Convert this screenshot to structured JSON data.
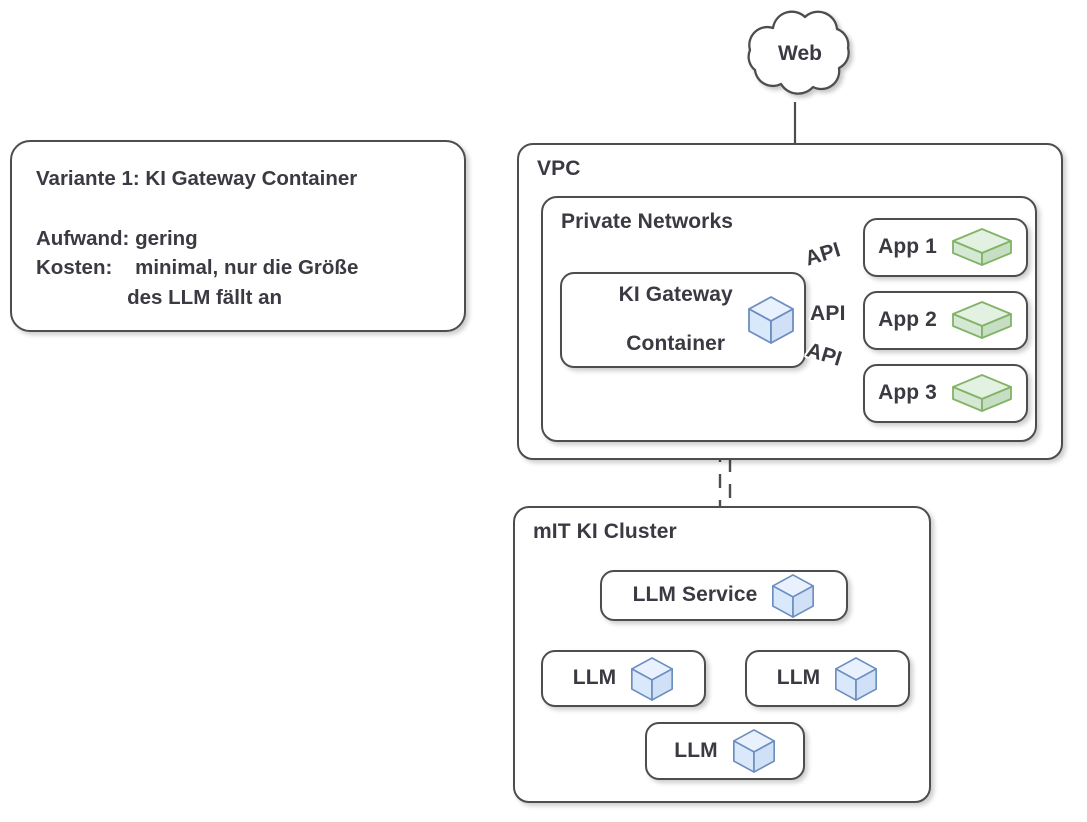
{
  "diagram": {
    "title": "Variante 1: KI Gateway Container",
    "colors": {
      "node_stroke": "#4d4d4d",
      "node_fill": "#ffffff",
      "text": "#3a3a42",
      "cube_fill": "#dae8fc",
      "cube_stroke": "#6c8ebf",
      "cube_top_fill": "#e8f1fd",
      "cube_side_fill": "#cfe0f7",
      "app_fill": "#d5e8d4",
      "app_stroke": "#82b366",
      "app_top_fill": "#e3f1e2",
      "app_side_fill": "#c6dfc4",
      "background": "#ffffff"
    }
  },
  "info_box": {
    "heading": "Variante 1: KI Gateway Container",
    "lines": [
      "Aufwand: gering",
      "Kosten:    minimal, nur die Größe",
      "                des LLM fällt an"
    ]
  },
  "web_cloud": {
    "label": "Web"
  },
  "vpc": {
    "title": "VPC",
    "private_networks": {
      "title": "Private Networks",
      "gateway": {
        "label_line1": "KI Gateway",
        "label_line2": "Container",
        "icon": "cube-icon"
      },
      "apps": [
        {
          "label": "App 1",
          "icon": "app-slab-icon"
        },
        {
          "label": "App 2",
          "icon": "app-slab-icon"
        },
        {
          "label": "App 3",
          "icon": "app-slab-icon"
        }
      ],
      "connector_labels": [
        "API",
        "API",
        "API"
      ]
    }
  },
  "cluster": {
    "title": "mIT KI Cluster",
    "service": {
      "label": "LLM Service",
      "icon": "cube-icon"
    },
    "llms": [
      {
        "label": "LLM",
        "icon": "cube-icon"
      },
      {
        "label": "LLM",
        "icon": "cube-icon"
      },
      {
        "label": "LLM",
        "icon": "cube-icon"
      }
    ]
  }
}
